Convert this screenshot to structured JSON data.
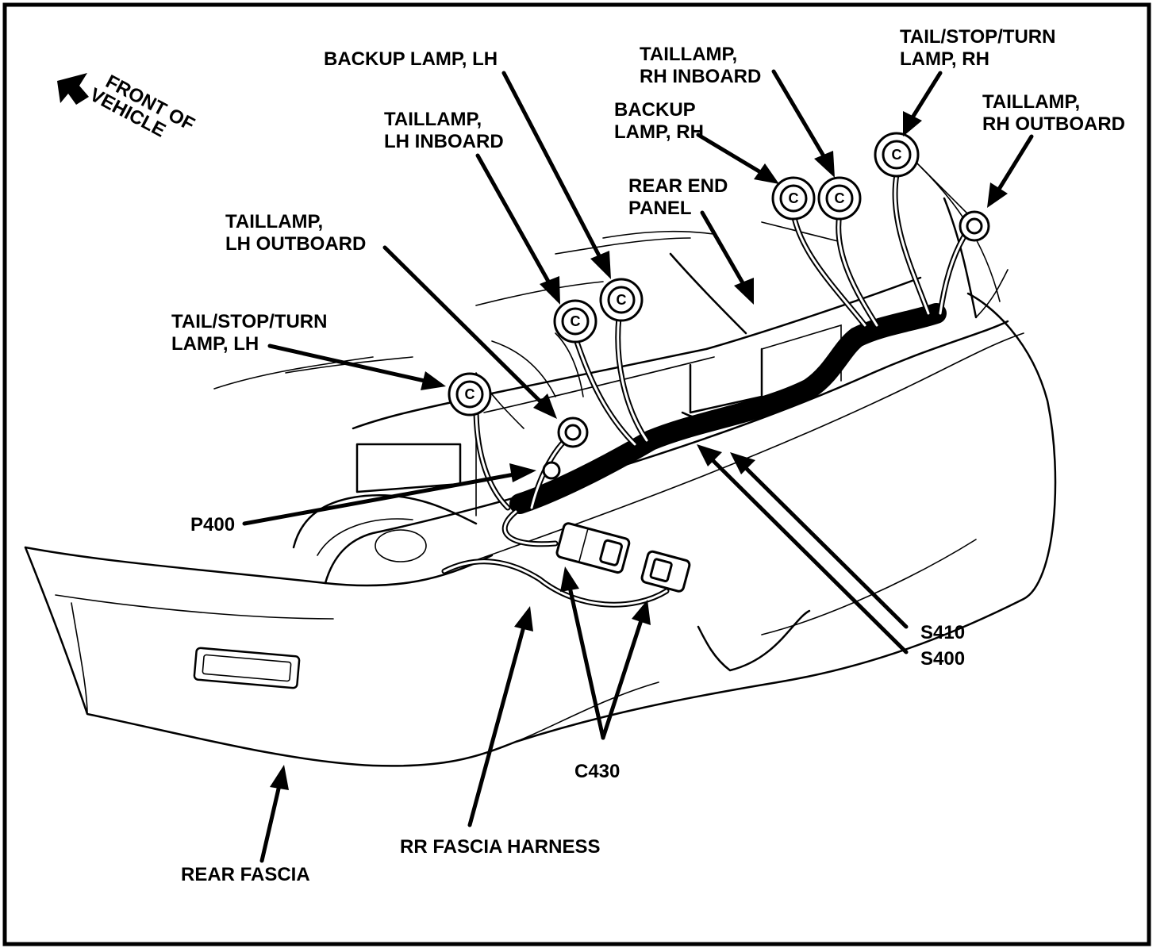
{
  "labels": {
    "front_of_vehicle_line1": "FRONT OF",
    "front_of_vehicle_line2": "VEHICLE",
    "backup_lamp_lh": "BACKUP LAMP, LH",
    "taillamp_lh_inboard_line1": "TAILLAMP,",
    "taillamp_lh_inboard_line2": "LH INBOARD",
    "taillamp_lh_outboard_line1": "TAILLAMP,",
    "taillamp_lh_outboard_line2": "LH OUTBOARD",
    "tail_stop_turn_lh_line1": "TAIL/STOP/TURN",
    "tail_stop_turn_lh_line2": "LAMP, LH",
    "taillamp_rh_inboard_line1": "TAILLAMP,",
    "taillamp_rh_inboard_line2": "RH INBOARD",
    "backup_lamp_rh_line1": "BACKUP",
    "backup_lamp_rh_line2": "LAMP, RH",
    "rear_end_panel_line1": "REAR END",
    "rear_end_panel_line2": "PANEL",
    "tail_stop_turn_rh_line1": "TAIL/STOP/TURN",
    "tail_stop_turn_rh_line2": "LAMP, RH",
    "taillamp_rh_outboard_line1": "TAILLAMP,",
    "taillamp_rh_outboard_line2": "RH OUTBOARD",
    "p400": "P400",
    "s410": "S410",
    "s400": "S400",
    "c430": "C430",
    "rr_fascia_harness": "RR FASCIA HARNESS",
    "rear_fascia": "REAR FASCIA"
  },
  "socket_letter": "C"
}
